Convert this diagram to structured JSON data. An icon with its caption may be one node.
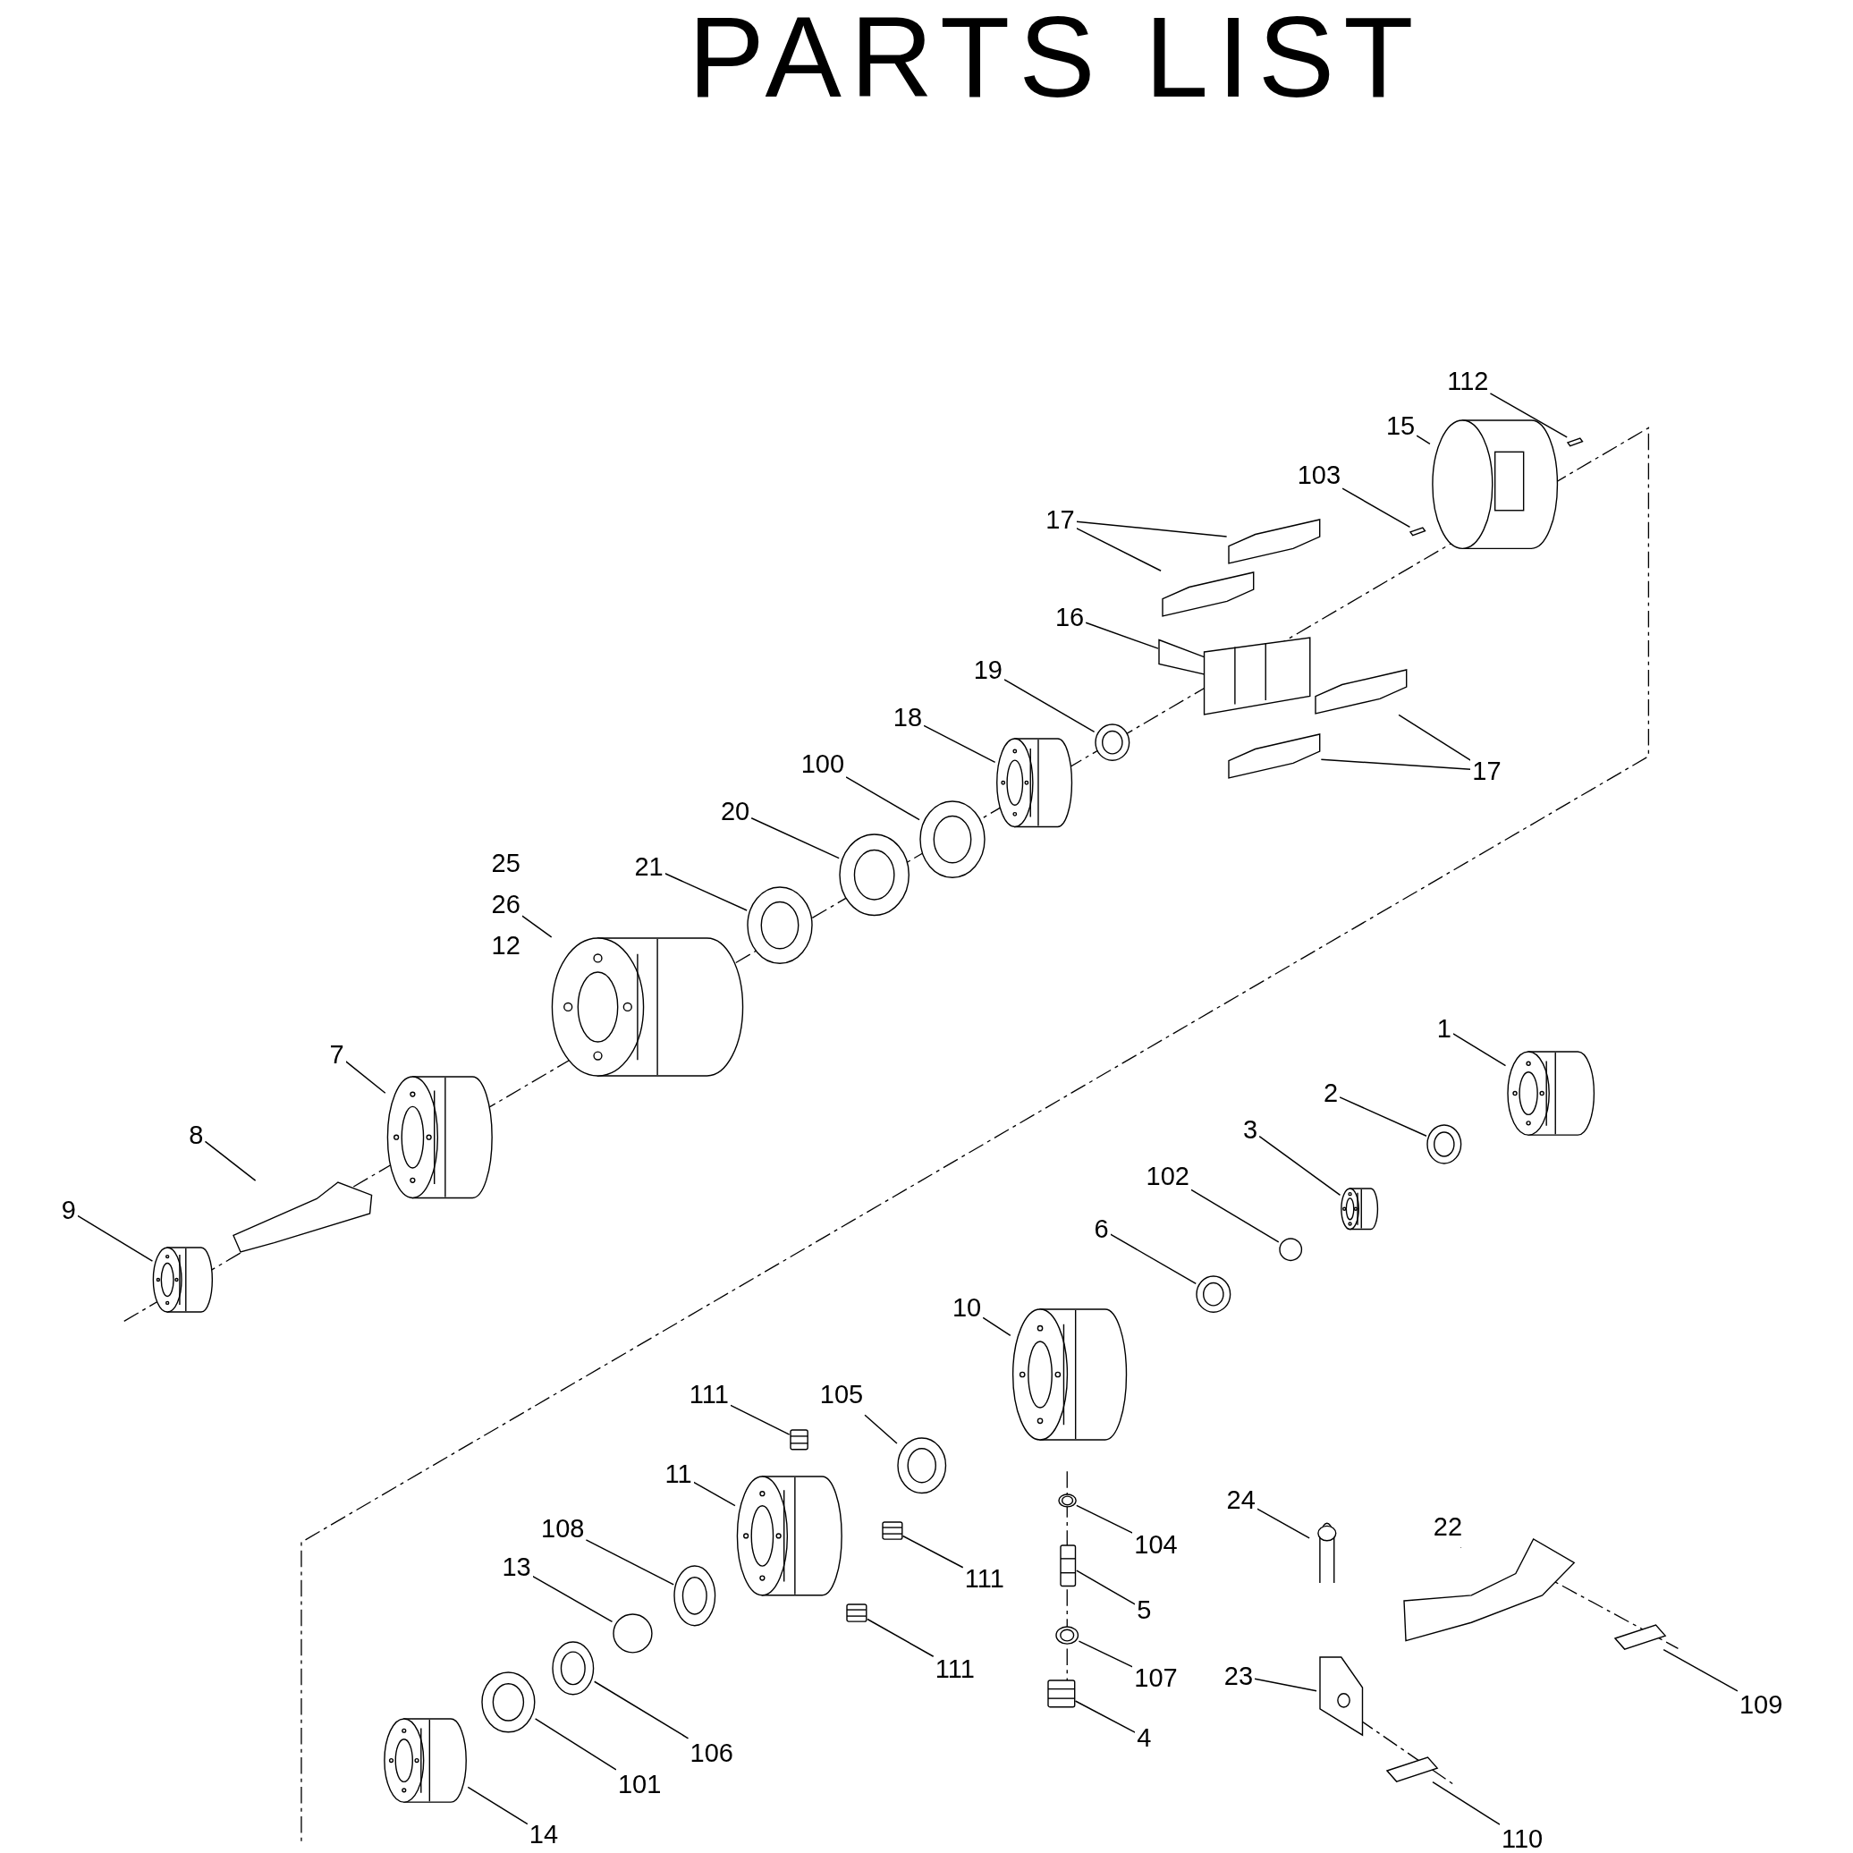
{
  "diagram": {
    "title": "PARTS LIST",
    "nodes": [
      {
        "text": [
          "112"
        ]
      },
      {
        "text": [],
        "shape": "picture"
      },
      {
        "text": [
          "15"
        ]
      },
      {
        "text": [],
        "shape": "picture"
      },
      {
        "text": [
          "103"
        ]
      },
      {
        "text": [],
        "shape": "picture"
      },
      {
        "text": [
          "17"
        ]
      },
      {
        "text": [],
        "shape": "picture"
      },
      {
        "text": [],
        "shape": "picture"
      },
      {
        "text": [
          "16"
        ]
      },
      {
        "text": [],
        "shape": "picture"
      },
      {
        "text": [
          "17"
        ]
      },
      {
        "text": [],
        "shape": "picture"
      },
      {
        "text": [],
        "shape": "picture"
      },
      {
        "text": [
          "19"
        ]
      },
      {
        "text": [],
        "shape": "picture"
      },
      {
        "text": [
          "18"
        ]
      },
      {
        "text": [],
        "shape": "picture"
      },
      {
        "text": [
          "100"
        ]
      },
      {
        "text": [],
        "shape": "picture"
      },
      {
        "text": [
          "20"
        ]
      },
      {
        "text": [],
        "shape": "picture"
      },
      {
        "text": [
          "21"
        ]
      },
      {
        "text": [],
        "shape": "picture"
      },
      {
        "text": [
          "25",
          "26",
          "12"
        ]
      },
      {
        "text": [],
        "shape": "picture"
      },
      {
        "text": [
          "7"
        ]
      },
      {
        "text": [],
        "shape": "picture"
      },
      {
        "text": [
          "8"
        ]
      },
      {
        "text": [],
        "shape": "picture"
      },
      {
        "text": [
          "9"
        ]
      },
      {
        "text": [],
        "shape": "picture"
      },
      {
        "text": [
          "1"
        ]
      },
      {
        "text": [],
        "shape": "picture"
      },
      {
        "text": [
          "2"
        ]
      },
      {
        "text": [],
        "shape": "picture"
      },
      {
        "text": [
          "3"
        ]
      },
      {
        "text": [],
        "shape": "picture"
      },
      {
        "text": [
          "102"
        ]
      },
      {
        "text": [],
        "shape": "circle"
      },
      {
        "text": [
          "6"
        ]
      },
      {
        "text": [],
        "shape": "picture"
      },
      {
        "text": [
          "10"
        ]
      },
      {
        "text": [],
        "shape": "picture"
      },
      {
        "text": [
          "111"
        ]
      },
      {
        "text": [],
        "shape": "picture"
      },
      {
        "text": [
          "105"
        ]
      },
      {
        "text": [],
        "shape": "picture"
      },
      {
        "text": [
          "11"
        ]
      },
      {
        "text": [],
        "shape": "picture"
      },
      {
        "text": [
          "111"
        ]
      },
      {
        "text": [],
        "shape": "picture"
      },
      {
        "text": [
          "111"
        ]
      },
      {
        "text": [],
        "shape": "picture"
      },
      {
        "text": [
          "108"
        ]
      },
      {
        "text": [],
        "shape": "picture"
      },
      {
        "text": [
          "13"
        ]
      },
      {
        "text": [],
        "shape": "circle"
      },
      {
        "text": [
          "106"
        ]
      },
      {
        "text": [],
        "shape": "picture"
      },
      {
        "text": [
          "101"
        ]
      },
      {
        "text": [],
        "shape": "picture"
      },
      {
        "text": [
          "14"
        ]
      },
      {
        "text": [],
        "shape": "picture"
      },
      {
        "text": [
          "104"
        ]
      },
      {
        "text": [],
        "shape": "picture"
      },
      {
        "text": [
          "5"
        ]
      },
      {
        "text": [],
        "shape": "picture"
      },
      {
        "text": [
          "107"
        ]
      },
      {
        "text": [],
        "shape": "picture"
      },
      {
        "text": [
          "4"
        ]
      },
      {
        "text": [],
        "shape": "picture"
      },
      {
        "text": [
          "24"
        ]
      },
      {
        "text": [],
        "shape": "picture"
      },
      {
        "text": [
          "22"
        ]
      },
      {
        "text": [],
        "shape": "picture"
      },
      {
        "text": [
          "23"
        ]
      },
      {
        "text": [],
        "shape": "picture"
      },
      {
        "text": [
          "109"
        ]
      },
      {
        "text": [],
        "shape": "picture"
      },
      {
        "text": [
          "110"
        ]
      },
      {
        "text": [],
        "shape": "picture"
      }
    ],
    "edges": [
      {
        "from": 0,
        "to": 1,
        "arrow": "none"
      },
      {
        "from": 2,
        "to": 3,
        "arrow": "none"
      },
      {
        "from": 4,
        "to": 5,
        "arrow": "none"
      },
      {
        "from": 6,
        "to": 7,
        "arrow": "none"
      },
      {
        "from": 6,
        "to": 8,
        "arrow": "none"
      },
      {
        "from": 9,
        "to": 10,
        "arrow": "none"
      },
      {
        "from": 11,
        "to": 12,
        "arrow": "none"
      },
      {
        "from": 11,
        "to": 13,
        "arrow": "none"
      },
      {
        "from": 14,
        "to": 15,
        "arrow": "none"
      },
      {
        "from": 16,
        "to": 17,
        "arrow": "none"
      },
      {
        "from": 18,
        "to": 19,
        "arrow": "none"
      },
      {
        "from": 20,
        "to": 21,
        "arrow": "none"
      },
      {
        "from": 22,
        "to": 23,
        "arrow": "none"
      },
      {
        "from": 24,
        "to": 25,
        "arrow": "none"
      },
      {
        "from": 26,
        "to": 27,
        "arrow": "none"
      },
      {
        "from": 28,
        "to": 29,
        "arrow": "none"
      },
      {
        "from": 30,
        "to": 31,
        "arrow": "none"
      },
      {
        "from": 32,
        "to": 33,
        "arrow": "none"
      },
      {
        "from": 34,
        "to": 35,
        "arrow": "none"
      },
      {
        "from": 36,
        "to": 37,
        "arrow": "none"
      },
      {
        "from": 38,
        "to": 39,
        "arrow": "none"
      },
      {
        "from": 40,
        "to": 41,
        "arrow": "none"
      },
      {
        "from": 42,
        "to": 43,
        "arrow": "none"
      },
      {
        "from": 44,
        "to": 45,
        "arrow": "none"
      },
      {
        "from": 46,
        "to": 47,
        "arrow": "none"
      },
      {
        "from": 48,
        "to": 49,
        "arrow": "none"
      },
      {
        "from": 50,
        "to": 51,
        "arrow": "none"
      },
      {
        "from": 52,
        "to": 53,
        "arrow": "none"
      },
      {
        "from": 54,
        "to": 55,
        "arrow": "none"
      },
      {
        "from": 56,
        "to": 57,
        "arrow": "none"
      },
      {
        "from": 58,
        "to": 59,
        "arrow": "none"
      },
      {
        "from": 60,
        "to": 61,
        "arrow": "none"
      },
      {
        "from": 62,
        "to": 63,
        "arrow": "none"
      },
      {
        "from": 64,
        "to": 65,
        "arrow": "none"
      },
      {
        "from": 66,
        "to": 67,
        "arrow": "none"
      },
      {
        "from": 68,
        "to": 69,
        "arrow": "none"
      },
      {
        "from": 70,
        "to": 71,
        "arrow": "none"
      },
      {
        "from": 72,
        "to": 73,
        "arrow": "none"
      },
      {
        "from": 74,
        "to": 75,
        "arrow": "none"
      },
      {
        "from": 76,
        "to": 77,
        "arrow": "none"
      },
      {
        "from": 78,
        "to": 79,
        "arrow": "none"
      },
      {
        "from": 80,
        "to": 81,
        "arrow": "none"
      }
    ]
  }
}
